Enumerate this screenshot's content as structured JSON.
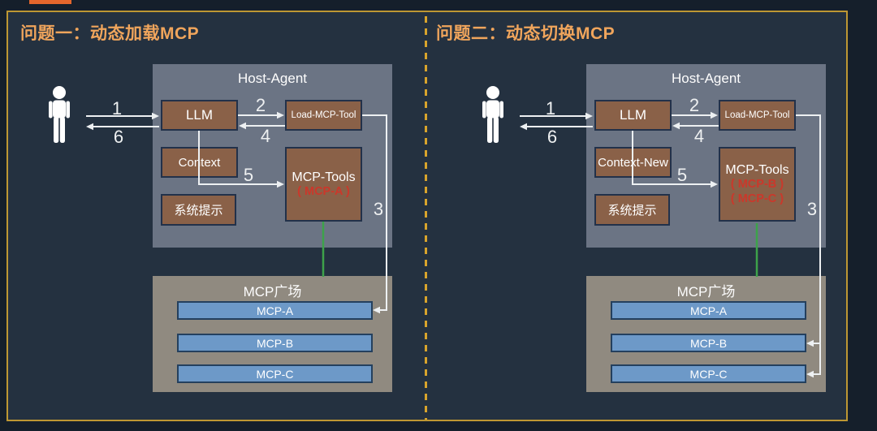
{
  "slide": {
    "divider_style": "dashed-gold-vertical",
    "colors": {
      "background": "#243140",
      "outer_background": "#151f2b",
      "frame_gold": "#bd9733",
      "divider_gold": "#d8a42c",
      "tab_orange": "#e4662c",
      "title_orange": "#f0a55c",
      "host_agent_fill": "#6b7484",
      "module_brown": "#8a6148",
      "plaza_gray": "#908a80",
      "server_blue": "#6d99c8",
      "loaded_red": "#cb382b",
      "link_green": "#3da24a",
      "arrow_white": "#edf0f2"
    }
  },
  "panels": [
    {
      "title": "问题一：动态加载MCP",
      "host": {
        "title": "Host-Agent",
        "llm_label": "LLM",
        "load_tool_label": "Load-MCP-Tool",
        "context_label": "Context",
        "system_prompt_label": "系统提示",
        "mcp_tools_label": "MCP-Tools",
        "loaded_mcps": [
          "( MCP-A )"
        ]
      },
      "plaza": {
        "title": "MCP广场",
        "servers": [
          "MCP-A",
          "MCP-B",
          "MCP-C"
        ]
      },
      "steps": {
        "n1": "1",
        "n2": "2",
        "n3": "3",
        "n4": "4",
        "n5": "5",
        "n6": "6"
      }
    },
    {
      "title": "问题二：动态切换MCP",
      "host": {
        "title": "Host-Agent",
        "llm_label": "LLM",
        "load_tool_label": "Load-MCP-Tool",
        "context_label": "Context-New",
        "system_prompt_label": "系统提示",
        "mcp_tools_label": "MCP-Tools",
        "loaded_mcps": [
          "( MCP-B )",
          "( MCP-C )"
        ]
      },
      "plaza": {
        "title": "MCP广场",
        "servers": [
          "MCP-A",
          "MCP-B",
          "MCP-C"
        ]
      },
      "steps": {
        "n1": "1",
        "n2": "2",
        "n3": "3",
        "n4": "4",
        "n5": "5",
        "n6": "6"
      }
    }
  ]
}
